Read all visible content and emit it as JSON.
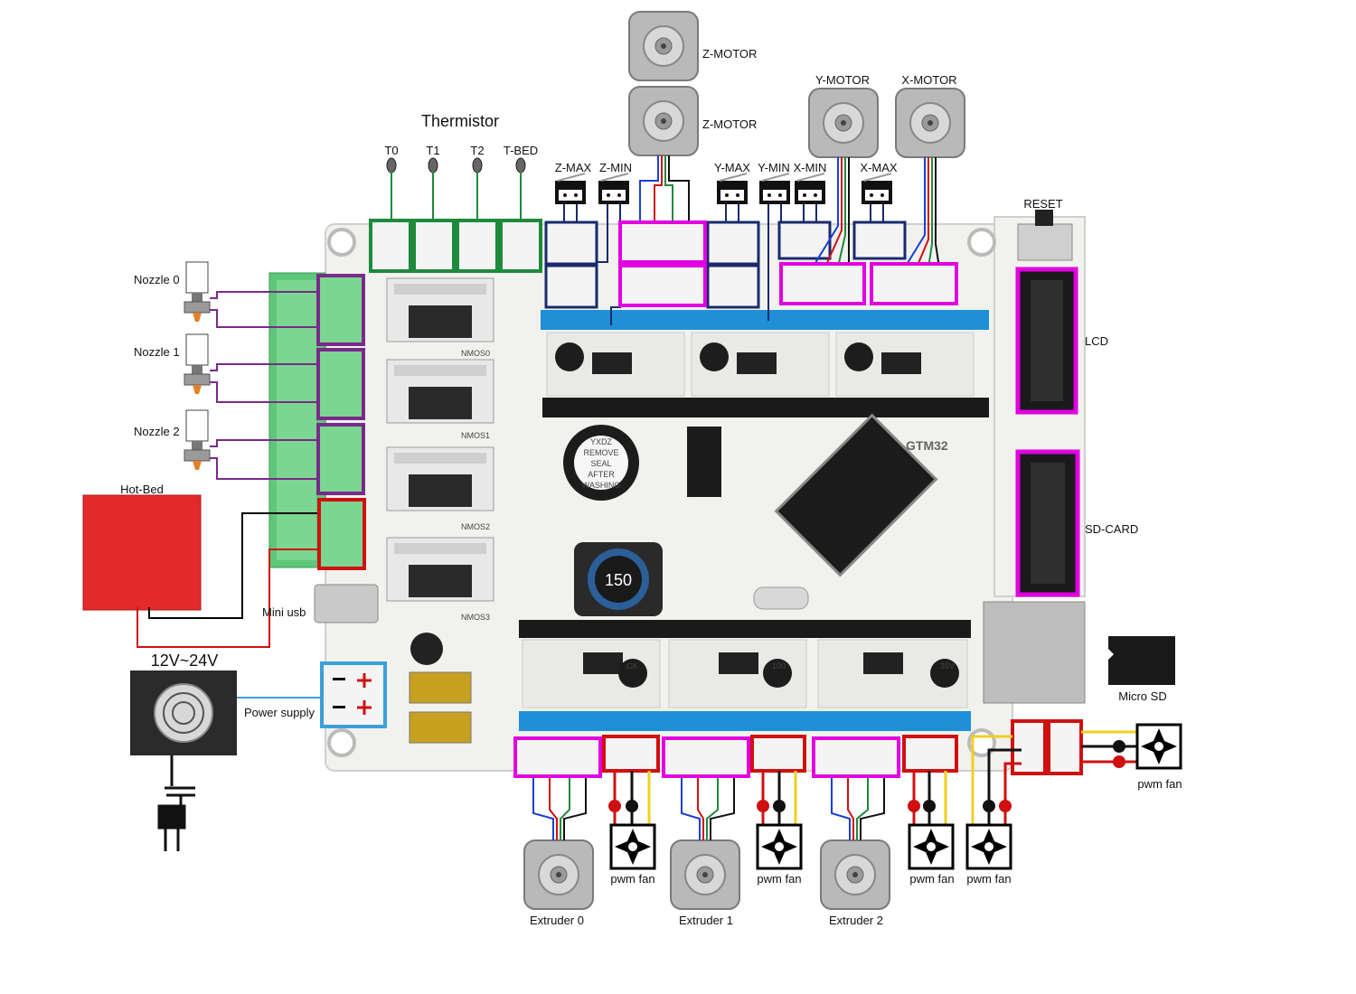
{
  "thermistor": {
    "title": "Thermistor",
    "labels": [
      "T0",
      "T1",
      "T2",
      "T-BED"
    ]
  },
  "motors": {
    "z1": "Z-MOTOR",
    "z2": "Z-MOTOR",
    "y": "Y-MOTOR",
    "x": "X-MOTOR"
  },
  "endstops": {
    "labels": [
      "Z-MAX",
      "Z-MIN",
      "Y-MAX",
      "Y-MIN",
      "X-MIN",
      "X-MAX"
    ]
  },
  "buttons": {
    "reset": "RESET"
  },
  "connectors": {
    "lcd": "LCD",
    "sdcard": "SD-CARD",
    "microsd": "Micro SD",
    "mini_usb": "Mini usb",
    "power_supply": "Power supply"
  },
  "nozzles": [
    "Nozzle 0",
    "Nozzle 1",
    "Nozzle 2"
  ],
  "hotbed": {
    "label": "Hot-Bed"
  },
  "psu": {
    "voltage": "12V~24V"
  },
  "extruders": [
    "Extruder 0",
    "Extruder 1",
    "Extruder 2"
  ],
  "fans": {
    "bottom": [
      "pwm fan",
      "pwm fan",
      "pwm fan",
      "pwm fan"
    ],
    "right": "pwm fan"
  },
  "board": {
    "name": "GTM32",
    "capacitor": [
      "CK",
      "100",
      "35V"
    ],
    "inductor": "150",
    "buzzer": [
      "YXDZ",
      "REMOVE",
      "SEAL",
      "AFTER",
      "WASHING"
    ],
    "mosfets": [
      "NMOS0",
      "NMOS1",
      "NMOS2",
      "NMOS3"
    ]
  },
  "colors": {
    "thermistor_box": "#1e8a3c",
    "endstop_box": "#1a2a6c",
    "motor_box": "#e000e0",
    "heater_box": "#7a2a8a",
    "power_box": "#d01010",
    "psu_box": "#3aa0d8",
    "terminal_green": "#5fc77a",
    "header_blue": "#1f8fd8",
    "hotbed_red": "#e32a2a"
  }
}
